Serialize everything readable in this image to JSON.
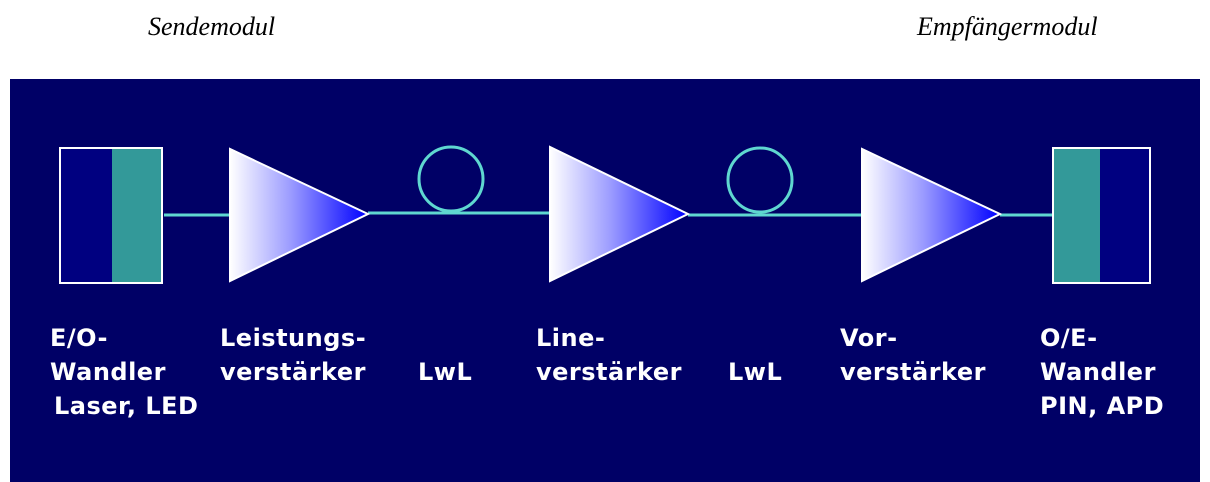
{
  "header": {
    "send_module": "Sendemodul",
    "receive_module": "Empfängermodul"
  },
  "colors": {
    "background": "#000066",
    "fiber": "#5fd7d0",
    "converter_dark": "#000080",
    "converter_teal": "#339999"
  },
  "components": [
    {
      "line1": "E/O-",
      "line2": "Wandler",
      "line3": "Laser, LED"
    },
    {
      "line1": "Leistungs-",
      "line2": "verstärker"
    },
    {
      "line1": "LwL"
    },
    {
      "line1": "Line-",
      "line2": "verstärker"
    },
    {
      "line1": "LwL"
    },
    {
      "line1": "Vor-",
      "line2": "verstärker"
    },
    {
      "line1": "O/E-",
      "line2": "Wandler",
      "line3": "PIN, APD"
    }
  ]
}
